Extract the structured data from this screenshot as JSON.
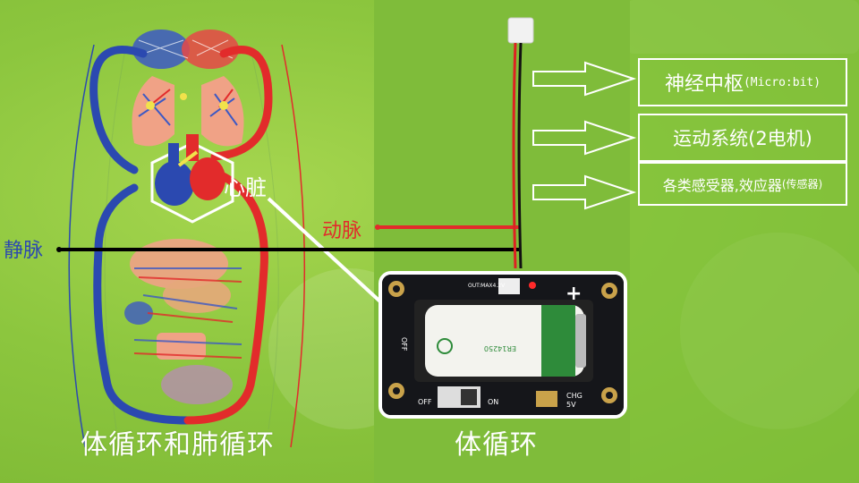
{
  "labels": {
    "heart": "心脏",
    "vein": "静脉",
    "artery": "动脉",
    "caption_left": "体循环和肺循环",
    "caption_center": "体循环"
  },
  "boxes": {
    "central_main": "神经中枢",
    "central_sub": "(Micro:bit)",
    "motor": "运动系统(2电机)",
    "sensors_main": "各类感受器,效应器",
    "sensors_sub": "(传感器)"
  },
  "board": {
    "pcb_text": "OUT:MAX4.2V",
    "switch_label_off": "OFF",
    "switch_label_on": "ON",
    "chg_label": "CHG",
    "chg_voltage": "5V",
    "plus_sign": "+",
    "off_side": "OFF",
    "battery_model": "ER14250"
  },
  "colors": {
    "background": "#8cc63e",
    "vein": "#2b49b0",
    "artery": "#e22b2b",
    "text_white": "#ffffff",
    "battery_green": "#2e8b3a"
  }
}
